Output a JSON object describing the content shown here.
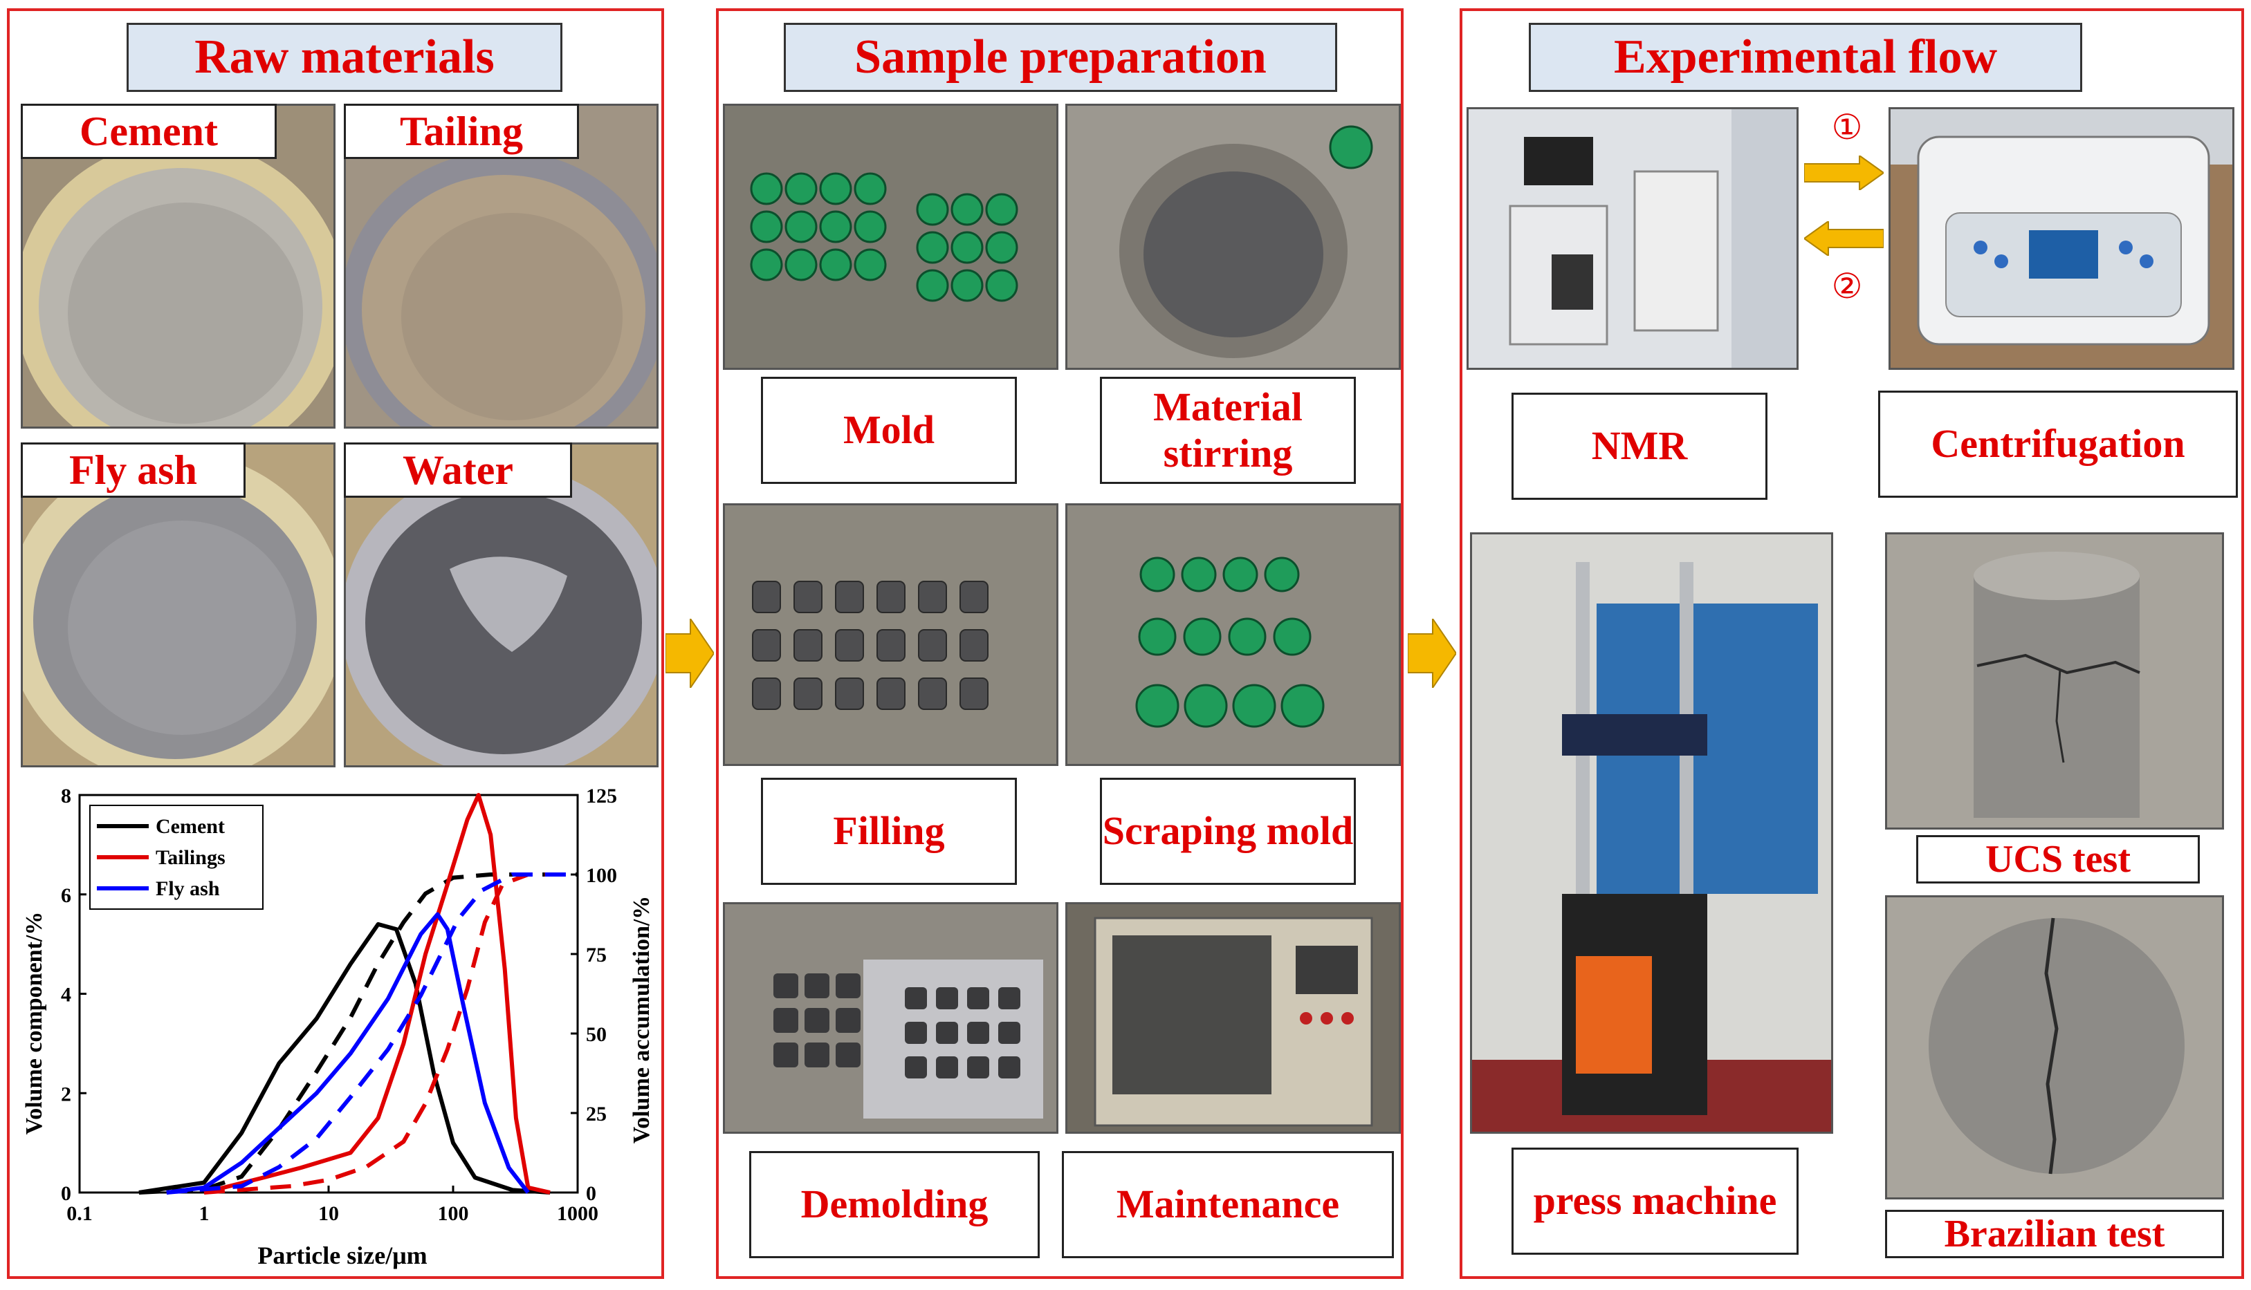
{
  "raw": {
    "title": "Raw materials",
    "labels": [
      "Cement",
      "Tailing",
      "Fly ash",
      "Water"
    ]
  },
  "prep": {
    "title": "Sample preparation",
    "labels": [
      "Mold",
      "Material stirring",
      "Filling",
      "Scraping mold",
      "Demolding",
      "Maintenance"
    ]
  },
  "flow": {
    "title": "Experimental flow",
    "labels": [
      "NMR",
      "Centrifugation",
      "press machine",
      "UCS test",
      "Brazilian test"
    ],
    "step1": "①",
    "step2": "②"
  },
  "colors": {
    "panel_border": "#e02424",
    "title_bg": "#dce6f2",
    "label_text": "#e00000",
    "arrow": "#f5b800"
  },
  "chart_data": {
    "type": "line",
    "xlabel": "Particle size/μm",
    "ylabel_left": "Volume component/%",
    "ylabel_right": "Volume accumulation/%",
    "x_scale": "log",
    "xlim": [
      0.1,
      1000
    ],
    "ylim_left": [
      0,
      8
    ],
    "ylim_right": [
      0,
      125
    ],
    "xticks": [
      "0.1",
      "1",
      "10",
      "100",
      "1000"
    ],
    "yticks_left": [
      "0",
      "2",
      "4",
      "6",
      "8"
    ],
    "yticks_right": [
      "0",
      "25",
      "50",
      "75",
      "100",
      "125"
    ],
    "legend_position": "top-left",
    "series": [
      {
        "name": "Cement",
        "color": "#000000",
        "component": [
          [
            0.3,
            0
          ],
          [
            1,
            0.2
          ],
          [
            2,
            1.2
          ],
          [
            4,
            2.6
          ],
          [
            8,
            3.5
          ],
          [
            15,
            4.6
          ],
          [
            25,
            5.4
          ],
          [
            35,
            5.3
          ],
          [
            50,
            4.2
          ],
          [
            70,
            2.4
          ],
          [
            100,
            1.0
          ],
          [
            150,
            0.3
          ],
          [
            300,
            0.05
          ],
          [
            600,
            0
          ]
        ],
        "accumulation": [
          [
            0.3,
            0
          ],
          [
            1,
            1
          ],
          [
            2,
            5
          ],
          [
            4,
            20
          ],
          [
            8,
            38
          ],
          [
            15,
            55
          ],
          [
            25,
            72
          ],
          [
            40,
            85
          ],
          [
            60,
            94
          ],
          [
            100,
            99
          ],
          [
            200,
            100
          ],
          [
            1000,
            100
          ]
        ]
      },
      {
        "name": "Tailings",
        "color": "#e00000",
        "component": [
          [
            1,
            0
          ],
          [
            3,
            0.3
          ],
          [
            6,
            0.5
          ],
          [
            15,
            0.8
          ],
          [
            25,
            1.5
          ],
          [
            40,
            3.0
          ],
          [
            60,
            4.8
          ],
          [
            90,
            6.2
          ],
          [
            130,
            7.5
          ],
          [
            160,
            8.0
          ],
          [
            200,
            7.2
          ],
          [
            260,
            4.5
          ],
          [
            320,
            1.5
          ],
          [
            400,
            0.1
          ],
          [
            600,
            0
          ]
        ],
        "accumulation": [
          [
            1,
            0
          ],
          [
            5,
            2
          ],
          [
            10,
            4
          ],
          [
            20,
            8
          ],
          [
            40,
            16
          ],
          [
            60,
            28
          ],
          [
            90,
            45
          ],
          [
            130,
            64
          ],
          [
            180,
            85
          ],
          [
            250,
            97
          ],
          [
            400,
            100
          ],
          [
            1000,
            100
          ]
        ]
      },
      {
        "name": "Fly ash",
        "color": "#0000ff",
        "component": [
          [
            0.5,
            0
          ],
          [
            1,
            0.1
          ],
          [
            2,
            0.6
          ],
          [
            4,
            1.3
          ],
          [
            8,
            2.0
          ],
          [
            15,
            2.8
          ],
          [
            30,
            3.9
          ],
          [
            55,
            5.2
          ],
          [
            75,
            5.6
          ],
          [
            90,
            5.3
          ],
          [
            120,
            3.8
          ],
          [
            180,
            1.8
          ],
          [
            280,
            0.5
          ],
          [
            400,
            0
          ]
        ],
        "accumulation": [
          [
            0.5,
            0
          ],
          [
            2,
            2
          ],
          [
            4,
            8
          ],
          [
            8,
            17
          ],
          [
            15,
            30
          ],
          [
            30,
            45
          ],
          [
            55,
            62
          ],
          [
            80,
            75
          ],
          [
            110,
            86
          ],
          [
            170,
            95
          ],
          [
            300,
            100
          ],
          [
            1000,
            100
          ]
        ]
      }
    ]
  }
}
